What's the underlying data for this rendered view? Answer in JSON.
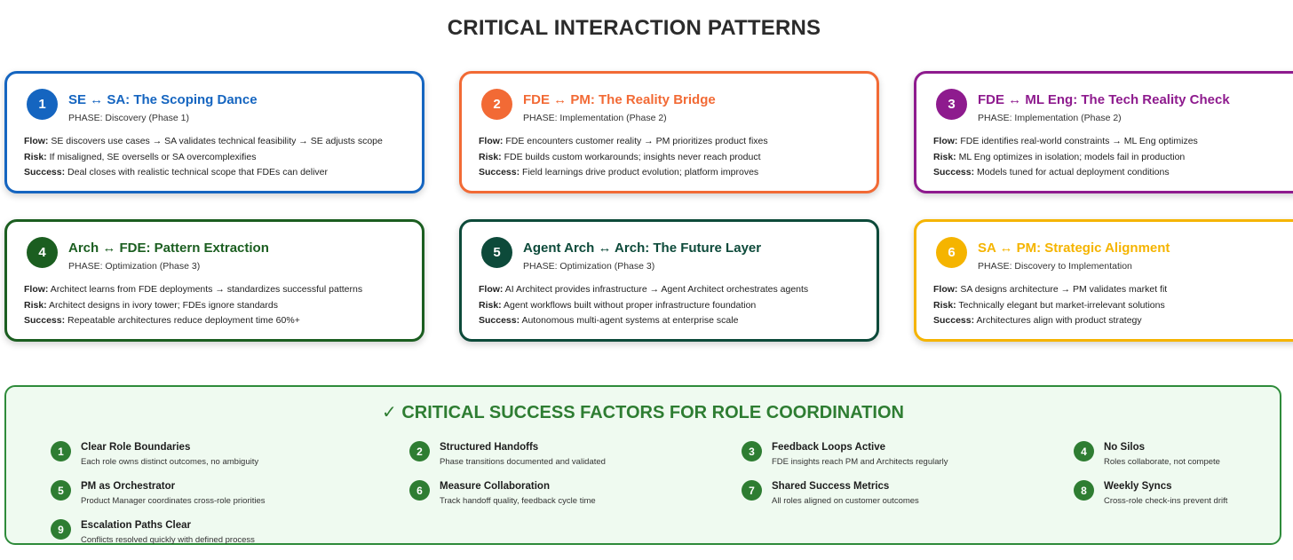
{
  "title": "CRITICAL INTERACTION PATTERNS",
  "labels": {
    "flow": "Flow:",
    "risk": "Risk:",
    "success": "Success:"
  },
  "patterns": [
    {
      "number": "1",
      "color": "#1565c0",
      "title": "SE ↔ SA: The Scoping Dance",
      "phase": "PHASE: Discovery (Phase 1)",
      "flow": "SE discovers use cases → SA validates technical feasibility → SE adjusts scope",
      "risk": "If misaligned, SE oversells or SA overcomplexifies",
      "success": "Deal closes with realistic technical scope that FDEs can deliver"
    },
    {
      "number": "2",
      "color": "#f26a35",
      "title": "FDE ↔ PM: The Reality Bridge",
      "phase": "PHASE: Implementation (Phase 2)",
      "flow": "FDE encounters customer reality → PM prioritizes product fixes",
      "risk": "FDE builds custom workarounds; insights never reach product",
      "success": "Field learnings drive product evolution; platform improves"
    },
    {
      "number": "3",
      "color": "#8e1b8e",
      "title": "FDE ↔ ML Eng: The Tech Reality Check",
      "phase": "PHASE: Implementation (Phase 2)",
      "flow": "FDE identifies real-world constraints → ML Eng optimizes",
      "risk": "ML Eng optimizes in isolation; models fail in production",
      "success": "Models tuned for actual deployment conditions"
    },
    {
      "number": "4",
      "color": "#1b5e20",
      "title": "Arch ↔ FDE: Pattern Extraction",
      "phase": "PHASE: Optimization (Phase 3)",
      "flow": "Architect learns from FDE deployments → standardizes successful patterns",
      "risk": "Architect designs in ivory tower; FDEs ignore standards",
      "success": "Repeatable architectures reduce deployment time 60%+"
    },
    {
      "number": "5",
      "color": "#0d4a3a",
      "title": "Agent Arch ↔ Arch: The Future Layer",
      "phase": "PHASE: Optimization (Phase 3)",
      "flow": "AI Architect provides infrastructure → Agent Architect orchestrates agents",
      "risk": "Agent workflows built without proper infrastructure foundation",
      "success": "Autonomous multi-agent systems at enterprise scale"
    },
    {
      "number": "6",
      "color": "#f5b400",
      "title": "SA ↔ PM: Strategic Alignment",
      "phase": "PHASE: Discovery to Implementation",
      "flow": "SA designs architecture → PM validates market fit",
      "risk": "Technically elegant but market-irrelevant solutions",
      "success": "Architectures align with product strategy"
    }
  ],
  "factors_section": {
    "title": "✓ CRITICAL SUCCESS FACTORS FOR ROLE COORDINATION",
    "items": [
      {
        "number": "1",
        "name": "Clear Role Boundaries",
        "desc": "Each role owns distinct outcomes, no ambiguity"
      },
      {
        "number": "2",
        "name": "Structured Handoffs",
        "desc": "Phase transitions documented and validated"
      },
      {
        "number": "3",
        "name": "Feedback Loops Active",
        "desc": "FDE insights reach PM and Architects regularly"
      },
      {
        "number": "4",
        "name": "No Silos",
        "desc": "Roles collaborate, not compete"
      },
      {
        "number": "5",
        "name": "PM as Orchestrator",
        "desc": "Product Manager coordinates cross-role priorities"
      },
      {
        "number": "6",
        "name": "Measure Collaboration",
        "desc": "Track handoff quality, feedback cycle time"
      },
      {
        "number": "7",
        "name": "Shared Success Metrics",
        "desc": "All roles aligned on customer outcomes"
      },
      {
        "number": "8",
        "name": "Weekly Syncs",
        "desc": "Cross-role check-ins prevent drift"
      },
      {
        "number": "9",
        "name": "Escalation Paths Clear",
        "desc": "Conflicts resolved quickly with defined process"
      }
    ]
  }
}
